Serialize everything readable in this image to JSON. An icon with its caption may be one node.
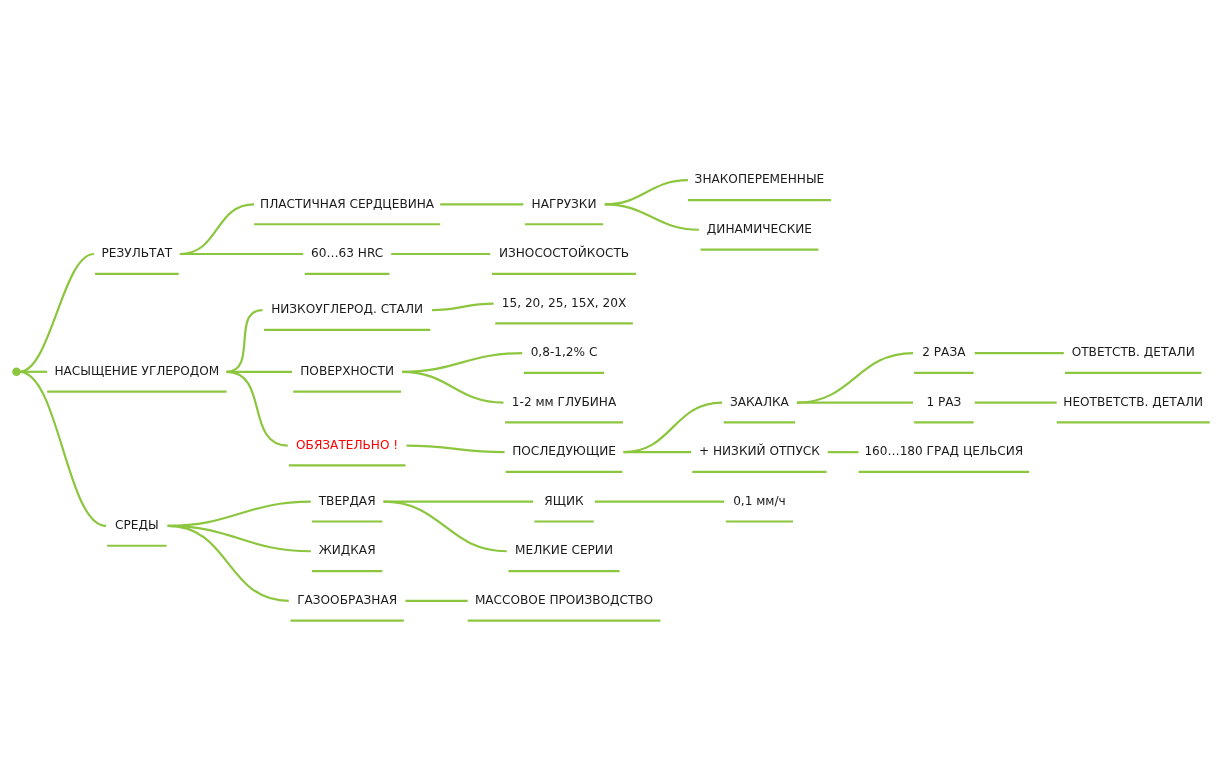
{
  "diagram": {
    "nodes": [
      {
        "text": [],
        "shape": "point"
      },
      {
        "text": [
          "РЕЗУЛЬТАТ"
        ]
      },
      {
        "text": [
          "ПЛАСТИЧНАЯ СЕРДЦЕВИНА"
        ]
      },
      {
        "text": [
          "НАГРУЗКИ"
        ]
      },
      {
        "text": [
          "ЗНАКОПЕРЕМЕННЫЕ"
        ]
      },
      {
        "text": [
          "ДИНАМИЧЕСКИЕ"
        ]
      },
      {
        "text": [
          "60…63 HRC"
        ]
      },
      {
        "text": [
          "ИЗНОСОСТОЙКОСТЬ"
        ]
      },
      {
        "text": [
          "НАСЫЩЕНИЕ УГЛЕРОДОМ"
        ]
      },
      {
        "text": [
          "НИЗКОУГЛЕРОД. СТАЛИ"
        ]
      },
      {
        "text": [
          "15, 20, 25, 15Х, 20Х"
        ]
      },
      {
        "text": [
          "ПОВЕРХНОСТИ"
        ]
      },
      {
        "text": [
          "0,8-1,2% С"
        ]
      },
      {
        "text": [
          "1-2 мм ГЛУБИНА"
        ]
      },
      {
        "text": [
          "ОБЯЗАТЕЛЬНО !"
        ]
      },
      {
        "text": [
          "ПОСЛЕДУЮЩИЕ"
        ]
      },
      {
        "text": [
          "ЗАКАЛКА"
        ]
      },
      {
        "text": [
          "2 РАЗА"
        ]
      },
      {
        "text": [
          "ОТВЕТСТВ. ДЕТАЛИ"
        ]
      },
      {
        "text": [
          "1 РАЗ"
        ]
      },
      {
        "text": [
          "НЕОТВЕТСТВ. ДЕТАЛИ"
        ]
      },
      {
        "text": [
          "+ НИЗКИЙ ОТПУСК"
        ]
      },
      {
        "text": [
          "160…180 ГРАД ЦЕЛЬСИЯ"
        ]
      },
      {
        "text": [
          "СРЕДЫ"
        ]
      },
      {
        "text": [
          "ТВЕРДАЯ"
        ]
      },
      {
        "text": [
          "ЯЩИК"
        ]
      },
      {
        "text": [
          "0,1 мм/ч"
        ]
      },
      {
        "text": [
          "МЕЛКИЕ СЕРИИ"
        ]
      },
      {
        "text": [
          "ЖИДКАЯ"
        ]
      },
      {
        "text": [
          "ГАЗООБРАЗНАЯ"
        ]
      },
      {
        "text": [
          "МАССОВОЕ ПРОИЗВОДСТВО"
        ]
      }
    ],
    "edges": [
      {
        "from": 0,
        "to": 1,
        "arrow": "none"
      },
      {
        "from": 1,
        "to": 2,
        "arrow": "none"
      },
      {
        "from": 2,
        "to": 3,
        "arrow": "none"
      },
      {
        "from": 3,
        "to": 4,
        "arrow": "none"
      },
      {
        "from": 3,
        "to": 5,
        "arrow": "none"
      },
      {
        "from": 1,
        "to": 6,
        "arrow": "none"
      },
      {
        "from": 6,
        "to": 7,
        "arrow": "none"
      },
      {
        "from": 0,
        "to": 8,
        "arrow": "none"
      },
      {
        "from": 8,
        "to": 9,
        "arrow": "none"
      },
      {
        "from": 9,
        "to": 10,
        "arrow": "none"
      },
      {
        "from": 8,
        "to": 11,
        "arrow": "none"
      },
      {
        "from": 11,
        "to": 12,
        "arrow": "none"
      },
      {
        "from": 11,
        "to": 13,
        "arrow": "none"
      },
      {
        "from": 8,
        "to": 14,
        "arrow": "none"
      },
      {
        "from": 14,
        "to": 15,
        "arrow": "none"
      },
      {
        "from": 15,
        "to": 16,
        "arrow": "none"
      },
      {
        "from": 16,
        "to": 17,
        "arrow": "none"
      },
      {
        "from": 17,
        "to": 18,
        "arrow": "none"
      },
      {
        "from": 16,
        "to": 19,
        "arrow": "none"
      },
      {
        "from": 19,
        "to": 20,
        "arrow": "none"
      },
      {
        "from": 15,
        "to": 21,
        "arrow": "none"
      },
      {
        "from": 21,
        "to": 22,
        "arrow": "none"
      },
      {
        "from": 0,
        "to": 23,
        "arrow": "none"
      },
      {
        "from": 23,
        "to": 24,
        "arrow": "none"
      },
      {
        "from": 24,
        "to": 25,
        "arrow": "none"
      },
      {
        "from": 25,
        "to": 26,
        "arrow": "none"
      },
      {
        "from": 24,
        "to": 27,
        "arrow": "none"
      },
      {
        "from": 23,
        "to": 28,
        "arrow": "none"
      },
      {
        "from": 23,
        "to": 29,
        "arrow": "none"
      },
      {
        "from": 29,
        "to": 30,
        "arrow": "none"
      }
    ]
  }
}
